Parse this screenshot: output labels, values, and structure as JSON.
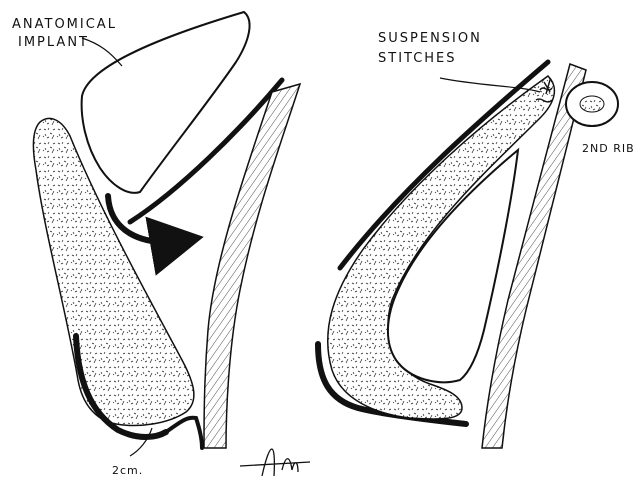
{
  "labels": {
    "implant": [
      "ANATOMICAL",
      "IMPLANT"
    ],
    "stitches": [
      "SUSPENSION",
      "STITCHES"
    ],
    "rib": "2ND RIB",
    "measure": "2cm."
  },
  "colors": {
    "ink": "#111111",
    "paper": "#ffffff"
  }
}
